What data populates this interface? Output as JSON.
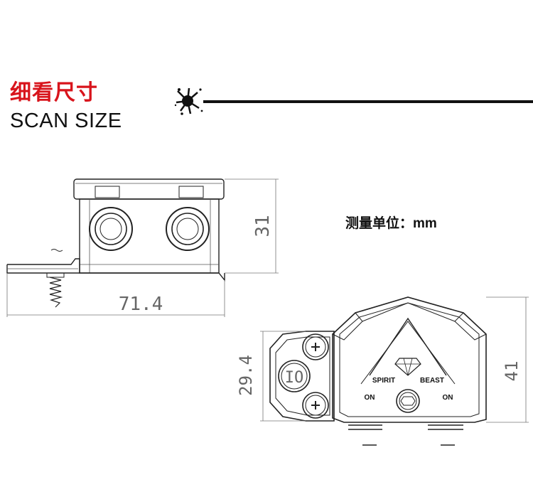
{
  "header": {
    "title_cn": "细看尺寸",
    "title_en": "SCAN SIZE"
  },
  "unit_note": "测量单位：mm",
  "side_view": {
    "width_dim": "71.4",
    "height_dim": "31"
  },
  "top_view": {
    "left_dim": "29.4",
    "right_dim": "41",
    "button_label": "IO",
    "logo_left": "SPIRIT",
    "logo_right": "BEAST",
    "on_left": "ON",
    "on_right": "ON"
  },
  "colors": {
    "title_red": "#d8141c",
    "ink": "#111111",
    "dim_gray": "#666666"
  }
}
